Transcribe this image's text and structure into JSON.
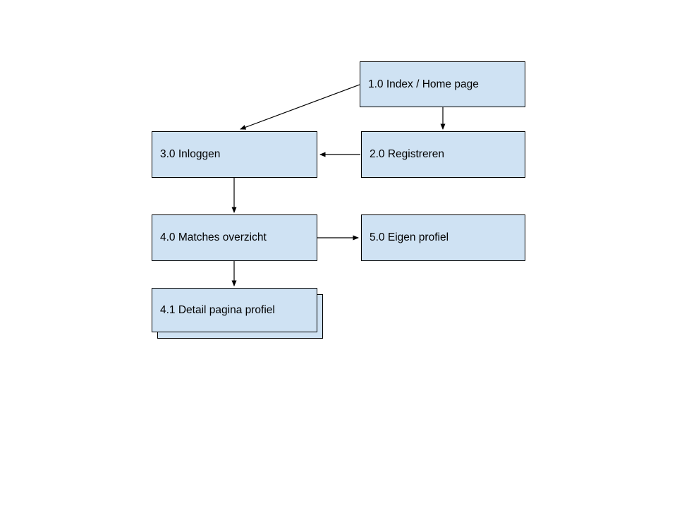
{
  "diagram_type": "sitemap-flowchart",
  "nodes": [
    {
      "id": "1.0",
      "label": "1.0 Index / Home page"
    },
    {
      "id": "2.0",
      "label": "2.0 Registreren"
    },
    {
      "id": "3.0",
      "label": "3.0 Inloggen"
    },
    {
      "id": "4.0",
      "label": "4.0 Matches overzicht"
    },
    {
      "id": "5.0",
      "label": "5.0 Eigen profiel"
    },
    {
      "id": "4.1",
      "label": "4.1 Detail pagina profiel",
      "stacked": true
    }
  ],
  "edges": [
    {
      "from": "1.0",
      "to": "3.0",
      "style": "arrow",
      "direction": "diagonal-down-left"
    },
    {
      "from": "1.0",
      "to": "2.0",
      "style": "arrow",
      "direction": "down"
    },
    {
      "from": "2.0",
      "to": "3.0",
      "style": "arrow",
      "direction": "left"
    },
    {
      "from": "3.0",
      "to": "4.0",
      "style": "arrow",
      "direction": "down"
    },
    {
      "from": "4.0",
      "to": "5.0",
      "style": "arrow",
      "direction": "right"
    },
    {
      "from": "4.0",
      "to": "4.1",
      "style": "arrow",
      "direction": "down"
    }
  ],
  "colors": {
    "node_fill": "#cfe2f3",
    "node_border": "#000000",
    "edge_stroke": "#000000",
    "text": "#000000",
    "background": "#ffffff"
  }
}
